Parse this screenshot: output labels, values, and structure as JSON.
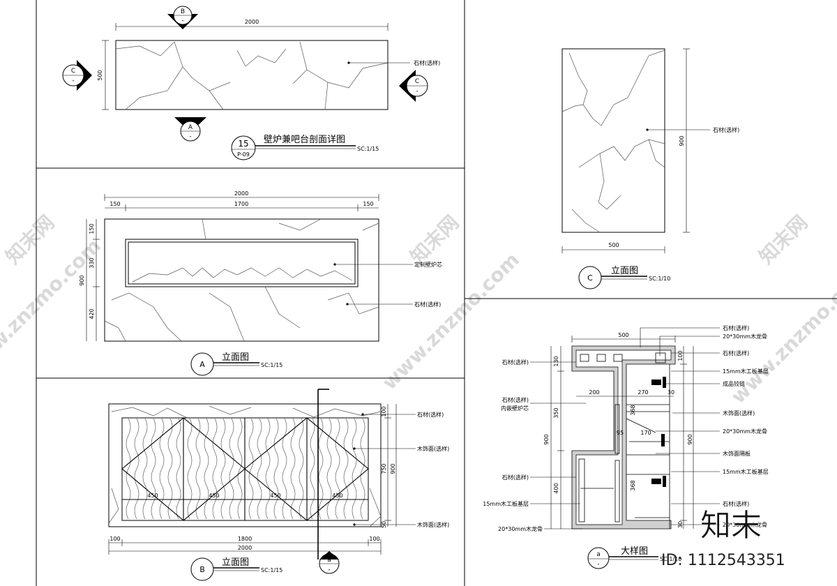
{
  "plan_view": {
    "title": "壁炉兼吧台剖面详图",
    "number": "15",
    "sheet": "P-09",
    "scale": "SC:1/15",
    "dim_width": "2000",
    "dim_depth": "500",
    "label_stone": "石材(选样)",
    "marker_b_letter": "B",
    "marker_a_letter": "A",
    "marker_c_letter": "C",
    "marker_dash": "-"
  },
  "elevation_a": {
    "tag": "A",
    "title": "立面图",
    "scale": "SC:1/15",
    "dim_total": "2000",
    "dim_side_left": "150",
    "dim_mid": "1700",
    "dim_side_right": "150",
    "dim_h_total": "900",
    "dim_h_top": "150",
    "dim_h_mid": "330",
    "dim_h_bottom": "420",
    "label_core": "定制壁炉芯",
    "label_stone": "石材(选样)"
  },
  "elevation_b": {
    "tag": "B",
    "title": "立面图",
    "scale": "SC:1/15",
    "dim_left": "100",
    "dim_mid": "1800",
    "dim_right": "100",
    "dim_total": "2000",
    "dim_h_top": "100",
    "dim_h_mid": "750",
    "dim_h_total": "900",
    "dim_h_bottom": "50",
    "panel_widths": [
      "450",
      "450",
      "450",
      "450"
    ],
    "label_stone": "石材(选样)",
    "label_wood": "木饰面(选样)",
    "label_wood_bottom": "木饰面(选样)",
    "section_tag": "a",
    "section_dash": "-"
  },
  "elevation_c": {
    "tag": "C",
    "title": "立面图",
    "scale": "SC:1/10",
    "dim_width": "500",
    "dim_height": "900",
    "label_stone": "石材(选样)"
  },
  "detail_a": {
    "tag": "a",
    "tag_dash": "-",
    "title": "大样图",
    "scale": "SC:1/10",
    "dim_top": "500",
    "dim_200": "200",
    "dim_270": "270",
    "dim_30": "30",
    "dim_95": "95",
    "dim_170": "170",
    "dim_left_130": "130",
    "dim_left_350": "350",
    "dim_left_400": "400",
    "dim_left_900": "900",
    "dim_right_100": "100",
    "dim_right_900": "900",
    "dim_right_30": "30",
    "dim_368a": "368",
    "dim_368b": "368",
    "labels_right": [
      "石材(选样)",
      "20*30mm木龙骨",
      "石材(选样)",
      "15mm木工板基层",
      "成品铰链",
      "木饰面(选样)",
      "20*30mm木龙骨",
      "木饰面隔板",
      "15mm木工板基层",
      "石材(选样)",
      "20*30mm木龙骨"
    ],
    "labels_left": [
      "石材(选样)",
      "石材(选样)",
      "内嵌壁炉芯",
      "石材(选样)",
      "15mm木工板基层",
      "20*30mm木龙骨"
    ]
  },
  "watermark": {
    "site": "www.znzmo.com",
    "brand": "知末网",
    "logo": "知末",
    "id": "ID: 1112543351"
  }
}
